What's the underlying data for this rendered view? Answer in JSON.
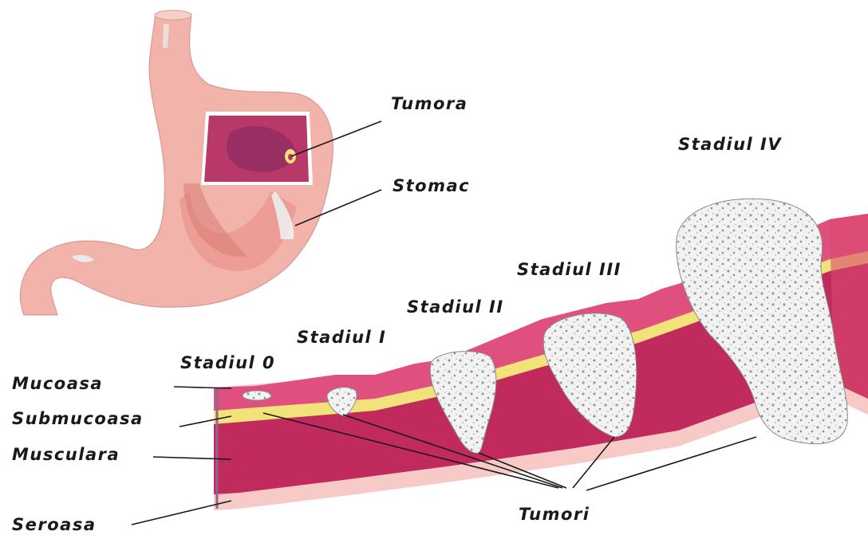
{
  "labels": {
    "tumora": "Tumora",
    "stomac": "Stomac",
    "stadiul_0": "Stadiul  0",
    "stadiul_1": "Stadiul  I",
    "stadiul_2": "Stadiul  II",
    "stadiul_3": "Stadiul  III",
    "stadiul_4": "Stadiul  IV",
    "mucoasa": "Mucoasa",
    "submucoasa": "Submucoasa",
    "musculara": "Musculara",
    "seroasa": "Seroasa",
    "tumori": "Tumori"
  },
  "colors": {
    "stomach": "#f2b3ab",
    "stomach_inner": "#e8968f",
    "tumor_window": "#b8386a",
    "mucosa": "#e0507e",
    "submucosa": "#f1e27a",
    "muscularis": "#c02a5c",
    "serosa": "#f7c9c7",
    "tumor_cells": "#f0f0f0"
  }
}
